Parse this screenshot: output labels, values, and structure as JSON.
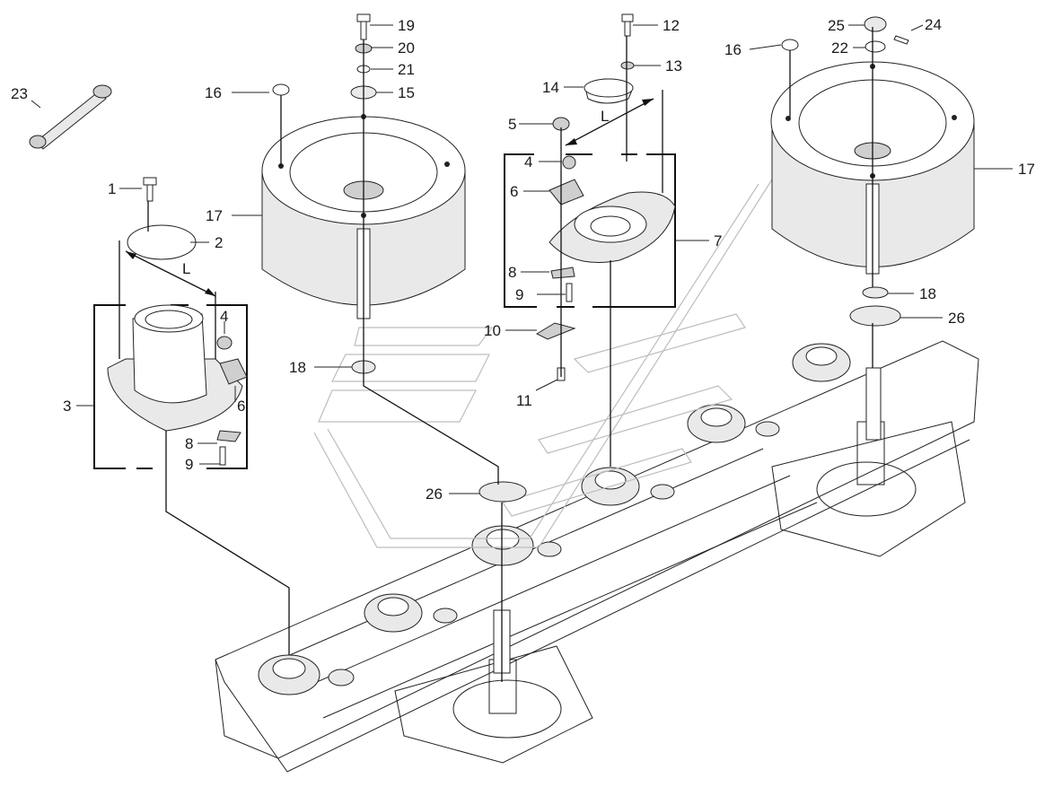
{
  "diagram": {
    "callouts": [
      {
        "id": "c23",
        "text": "23"
      },
      {
        "id": "c16a",
        "text": "16"
      },
      {
        "id": "c19",
        "text": "19"
      },
      {
        "id": "c20",
        "text": "20"
      },
      {
        "id": "c21",
        "text": "21"
      },
      {
        "id": "c15",
        "text": "15"
      },
      {
        "id": "c1",
        "text": "1"
      },
      {
        "id": "c2",
        "text": "2"
      },
      {
        "id": "c17a",
        "text": "17"
      },
      {
        "id": "c3",
        "text": "3"
      },
      {
        "id": "c4a",
        "text": "4"
      },
      {
        "id": "c6a",
        "text": "6"
      },
      {
        "id": "c8a",
        "text": "8"
      },
      {
        "id": "c9a",
        "text": "9"
      },
      {
        "id": "c18a",
        "text": "18"
      },
      {
        "id": "c26a",
        "text": "26"
      },
      {
        "id": "c12",
        "text": "12"
      },
      {
        "id": "c13",
        "text": "13"
      },
      {
        "id": "c14",
        "text": "14"
      },
      {
        "id": "c5",
        "text": "5"
      },
      {
        "id": "c4b",
        "text": "4"
      },
      {
        "id": "c6b",
        "text": "6"
      },
      {
        "id": "c7",
        "text": "7"
      },
      {
        "id": "c8b",
        "text": "8"
      },
      {
        "id": "c9b",
        "text": "9"
      },
      {
        "id": "c10",
        "text": "10"
      },
      {
        "id": "c11",
        "text": "11"
      },
      {
        "id": "c25",
        "text": "25"
      },
      {
        "id": "c24",
        "text": "24"
      },
      {
        "id": "c22",
        "text": "22"
      },
      {
        "id": "c16b",
        "text": "16"
      },
      {
        "id": "c17b",
        "text": "17"
      },
      {
        "id": "c18b",
        "text": "18"
      },
      {
        "id": "c26b",
        "text": "26"
      }
    ],
    "dimension_labels": [
      {
        "id": "dimL1",
        "text": "L"
      },
      {
        "id": "dimL2",
        "text": "L"
      }
    ]
  }
}
